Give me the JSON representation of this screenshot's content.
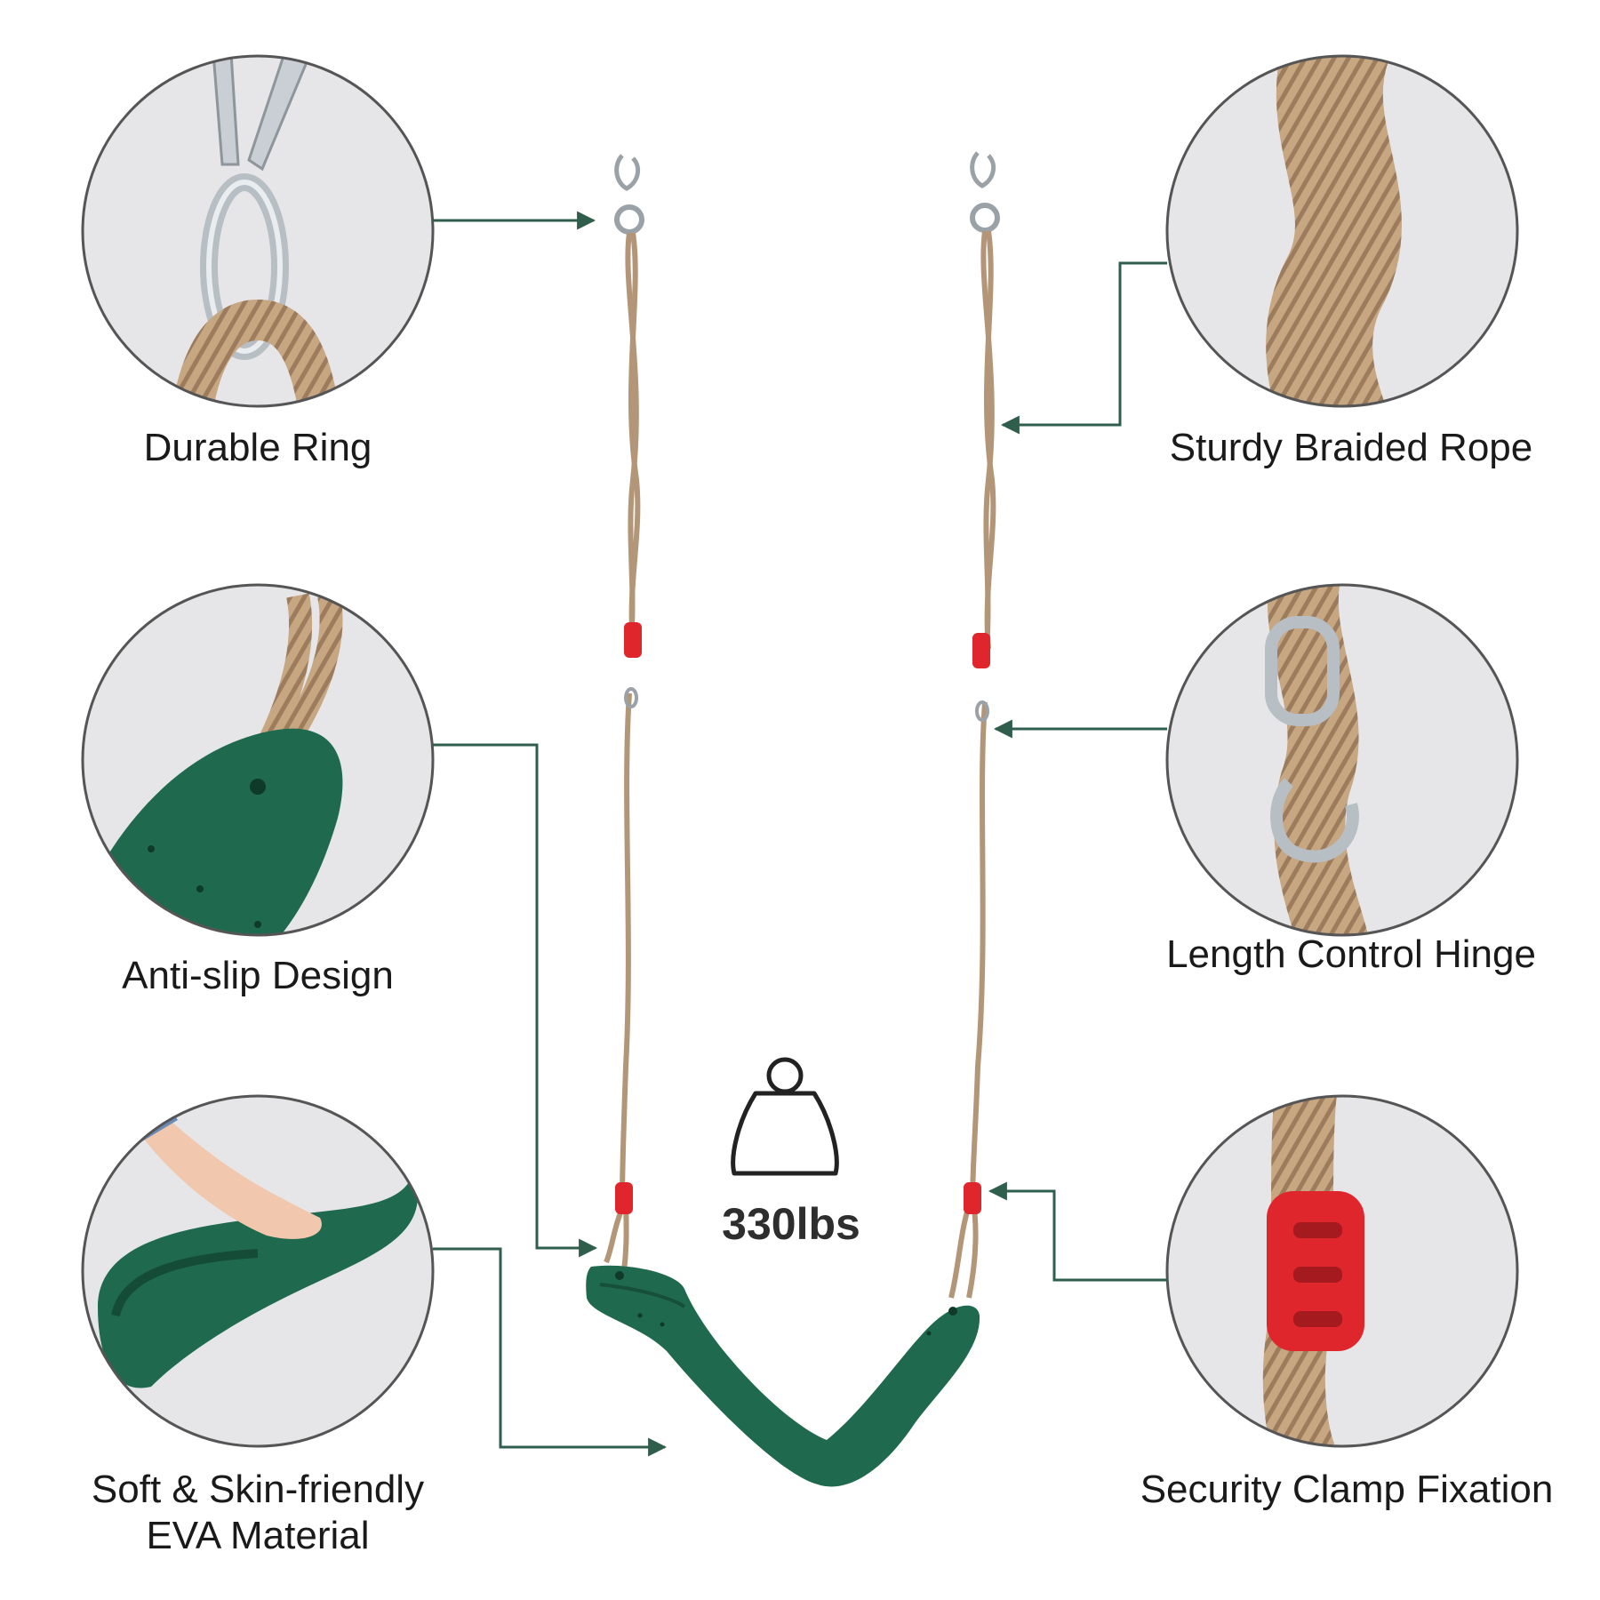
{
  "features": {
    "durable_ring": "Durable Ring",
    "braided_rope": "Sturdy Braided Rope",
    "anti_slip": "Anti-slip Design",
    "length_hinge": "Length Control Hinge",
    "eva_line1": "Soft & Skin-friendly",
    "eva_line2": "EVA Material",
    "security_clamp": "Security Clamp Fixation"
  },
  "weight": {
    "capacity": "330lbs",
    "icon": "weight-icon"
  },
  "colors": {
    "seat_green": "#1f6a4e",
    "connector_line": "#2f5e4d",
    "rope": "#b99a78",
    "clamp_red": "#e0262d",
    "circle_bg": "#e6e6e8",
    "circle_border": "#555555"
  }
}
